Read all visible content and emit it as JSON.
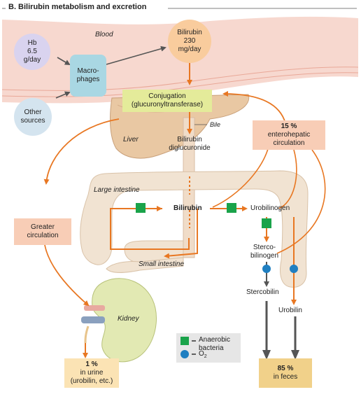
{
  "title": "B. Bilirubin metabolism and excretion",
  "regions": {
    "blood": "Blood",
    "liver": "Liver",
    "bile": "Bile",
    "large_intestine": "Large intestine",
    "small_intestine": "Small intestine",
    "kidney": "Kidney"
  },
  "nodes": {
    "hb": "Hb\n6.5\ng/day",
    "other_sources": "Other\nsources",
    "macrophages": "Macro-\nphages",
    "bilirubin_blood": "Bilirubin\n230\nmg/day",
    "conjugation": "Conjugation\n(glucuronyltransferase)",
    "bilirubin_diglucuronide": "Bilirubin\ndiglucuronide",
    "enterohepatic_pct": "15 %",
    "enterohepatic_label": "enterohepatic\ncirculation",
    "greater_circulation": "Greater\ncirculation",
    "bilirubin_intestine": "Bilirubin",
    "urobilinogen": "Urobilinogen",
    "stercobilinogen": "Sterco-\nbilinogen",
    "stercobilin": "Stercobilin",
    "urobilin": "Urobilin",
    "urine_pct": "1 %",
    "urine_label": "in urine\n(urobilin, etc.)",
    "feces_pct": "85 %",
    "feces_label": "in feces"
  },
  "legend": {
    "anaerobic_bacteria": "Anaerobic\nbacteria",
    "o2": "O",
    "o2_sub": "2"
  },
  "colors": {
    "arrow_orange": "#e87722",
    "arrow_dark": "#555555",
    "bacteria_green": "#1aa34a",
    "o2_blue": "#1f7fc1",
    "blood_band": "#f7d6cc",
    "conjugation_fill": "#e4eb9a",
    "salmon_box": "#f8cdb6",
    "feces_fill": "#f1d18a",
    "urine_fill": "#fbe3b4"
  }
}
